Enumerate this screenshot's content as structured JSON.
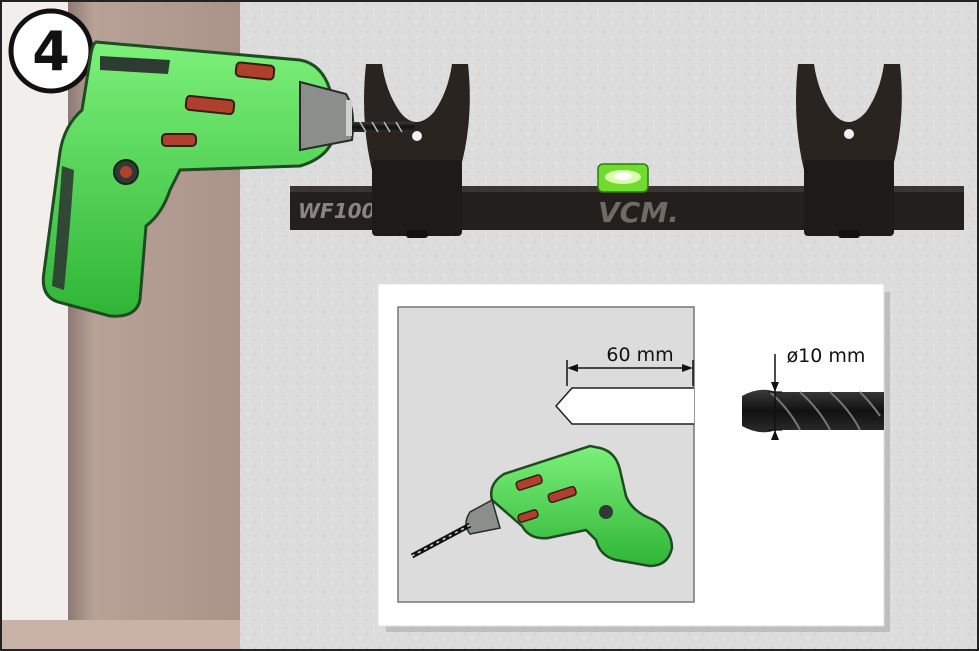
{
  "step": {
    "number": "4"
  },
  "rail": {
    "model_label": "WF100",
    "brand_label": "VCM."
  },
  "detail_panel": {
    "drill_depth": "60 mm",
    "bit_diameter": "ø10 mm"
  },
  "colors": {
    "wall": "#dcdcdc",
    "pillar": "#b49c92",
    "bracket": "#231f1d",
    "drill_body": "#4cd84a",
    "drill_dark": "#2f3a34",
    "level_vial": "#7fe03a"
  }
}
